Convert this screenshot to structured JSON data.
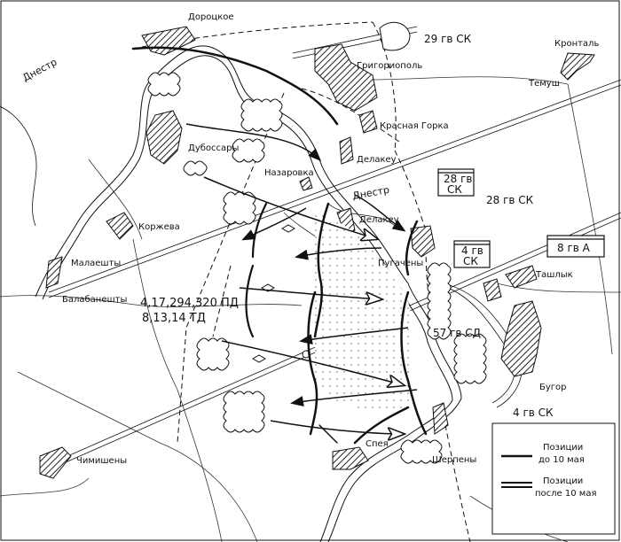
{
  "rivers": {
    "dniester_left": "Днестр",
    "dniester_mid": "Днестр"
  },
  "settlements": {
    "dorotskoe": "Дороцкое",
    "grigoriopol": "Григориополь",
    "krasnaya_gorka": "Красная Горка",
    "delakeu_top": "Делакеу",
    "delakeu_mid": "Делакеу",
    "dubossary": "Дубоссары",
    "nazarovka": "Назаровка",
    "korzheva": "Коржева",
    "malaeshty": "Малаешты",
    "balabaneshty": "Балабанешты",
    "pugacheny": "Пугачены",
    "tashlyk": "Ташлык",
    "temush": "Темуш",
    "krontal": "Кронталь",
    "bugor": "Бугор",
    "sheremeny": "Шерпены",
    "speya": "Спея",
    "chimisheny": "Чимишены"
  },
  "units": {
    "gsk29": "29 гв СК",
    "gsk28_box_line1": "28 гв",
    "gsk28_box_line2": "СК",
    "gsk28": "28 гв СК",
    "gsk4_box_line1": "4 гв",
    "gsk4_box_line2": "СК",
    "ga8_box": "8 гв А",
    "gsd57": "57 гв СД",
    "gsk4": "4 гв СК",
    "enemy_pd": "4,17,294,320 ПД",
    "enemy_td": "8,13,14 ТД"
  },
  "legend": {
    "item1_line1": "Позиции",
    "item1_line2": "до 10 мая",
    "item2_line1": "Позиции",
    "item2_line2": "после 10 мая"
  }
}
